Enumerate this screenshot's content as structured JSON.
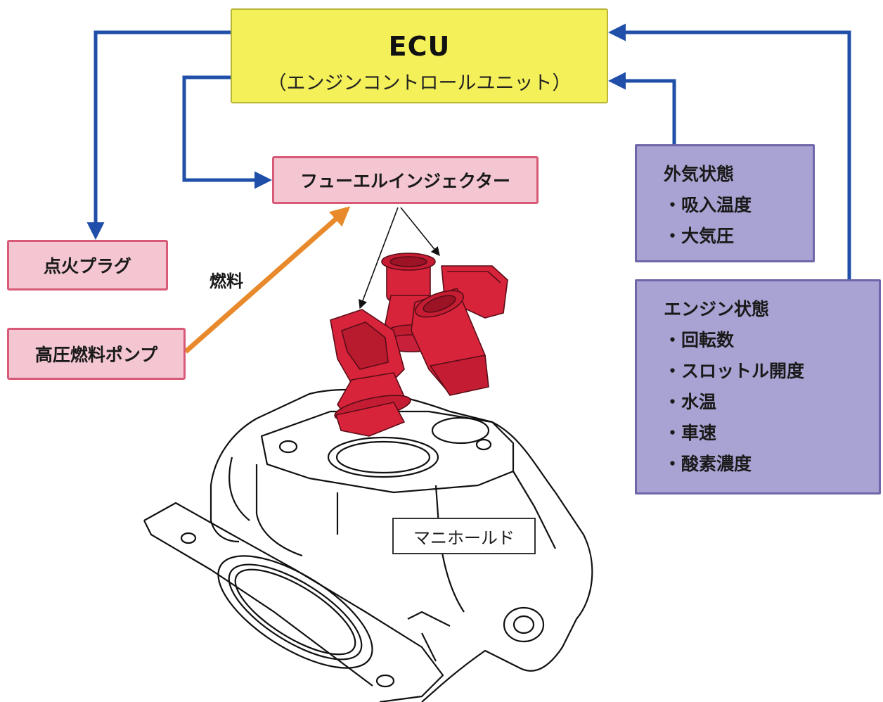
{
  "ecu": {
    "title": "ECU",
    "subtitle": "（エンジンコントロールユニット）"
  },
  "injector_label": "フューエルインジェクター",
  "spark_plug_label": "点火プラグ",
  "pump_label": "高圧燃料ポンプ",
  "fuel_label": "燃料",
  "manifold_label": "マニホールド",
  "outside_conditions": {
    "heading": "外気状態",
    "items": [
      "・吸入温度",
      "・大気圧"
    ]
  },
  "engine_conditions": {
    "heading": "エンジン状態",
    "items": [
      "・回転数",
      "・スロットル開度",
      "・水温",
      "・車速",
      "・酸素濃度"
    ]
  },
  "colors": {
    "ecu_fill": "#f4f05a",
    "control_arrow": "#1f4fa8",
    "fuel_arrow": "#e8892b",
    "injector_red": "#d8243a",
    "condition_fill": "#a9a3d3",
    "output_fill": "#f3c6d2"
  }
}
